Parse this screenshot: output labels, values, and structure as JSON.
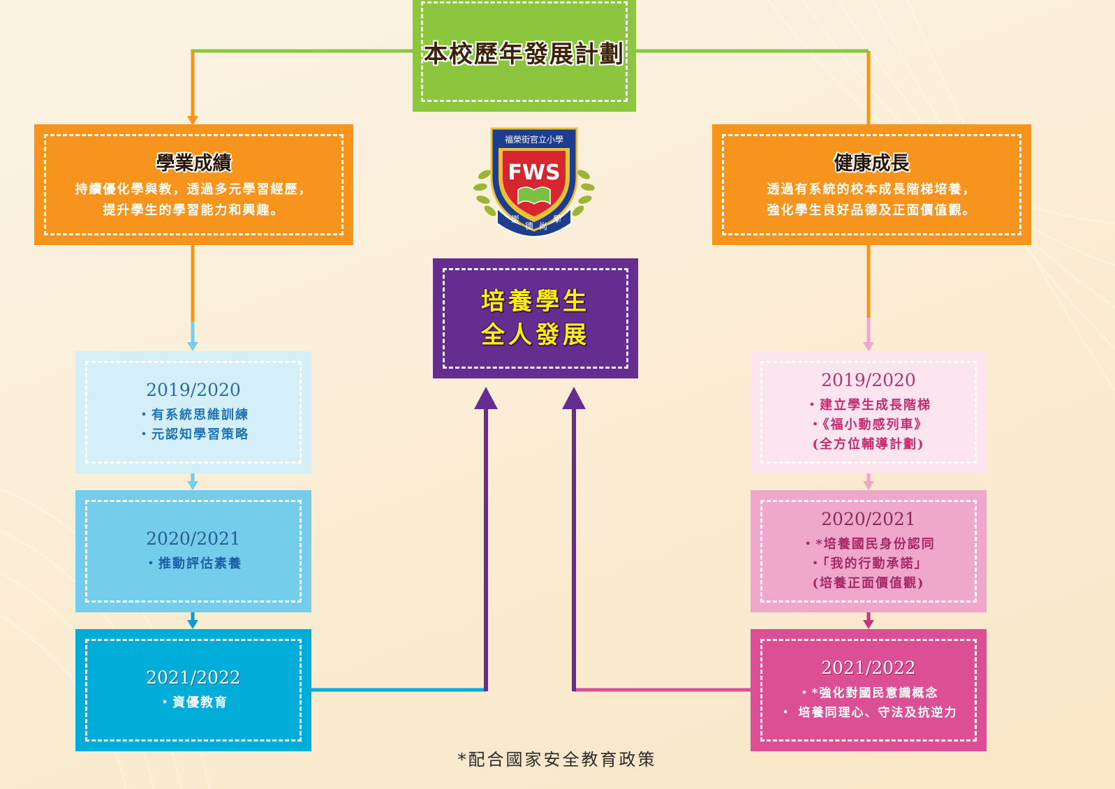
{
  "title": "本校歷年發展計劃",
  "center_goal": {
    "line1": "培養學生",
    "line2": "全人發展"
  },
  "logo": {
    "school_name": "福榮街官立小學",
    "initials": "FWS",
    "motto": [
      "崇",
      "德",
      "尚",
      "學"
    ],
    "icon": "school-crest"
  },
  "academic": {
    "title": "學業成績",
    "desc_line1": "持續優化學與教，透過多元學習經歷，",
    "desc_line2": "提升學生的學習能力和興趣。",
    "stages": [
      {
        "year": "2019/2020",
        "items": [
          "・有系統思維訓練",
          "・元認知學習策略"
        ]
      },
      {
        "year": "2020/2021",
        "items": [
          "・推動評估素養"
        ]
      },
      {
        "year": "2021/2022",
        "items": [
          "・資優教育"
        ]
      }
    ]
  },
  "health": {
    "title": "健康成長",
    "desc_line1": "透過有系統的校本成長階梯培養，",
    "desc_line2": "強化學生良好品德及正面價值觀。",
    "stages": [
      {
        "year": "2019/2020",
        "items": [
          "・建立學生成長階梯",
          "・《福小動感列車》",
          "(全方位輔導計劃)"
        ]
      },
      {
        "year": "2020/2021",
        "items": [
          "・*培養國民身份認同",
          "・「我的行動承諾」",
          "(培養正面價值觀)"
        ]
      },
      {
        "year": "2021/2022",
        "items": [
          "・*強化對國民意識概念",
          "・ 培養同理心、守法及抗逆力"
        ]
      }
    ]
  },
  "footnote": "*配合國家安全教育政策",
  "colors": {
    "green": "#8cc63f",
    "orange": "#f7941d",
    "purple": "#662d91",
    "blue_light": "#d5eff9",
    "blue_mid": "#74cdea",
    "blue_dark": "#00acd8",
    "pink_light": "#fde5f0",
    "pink_mid": "#efa7cc",
    "pink_dark": "#dc4f94"
  }
}
